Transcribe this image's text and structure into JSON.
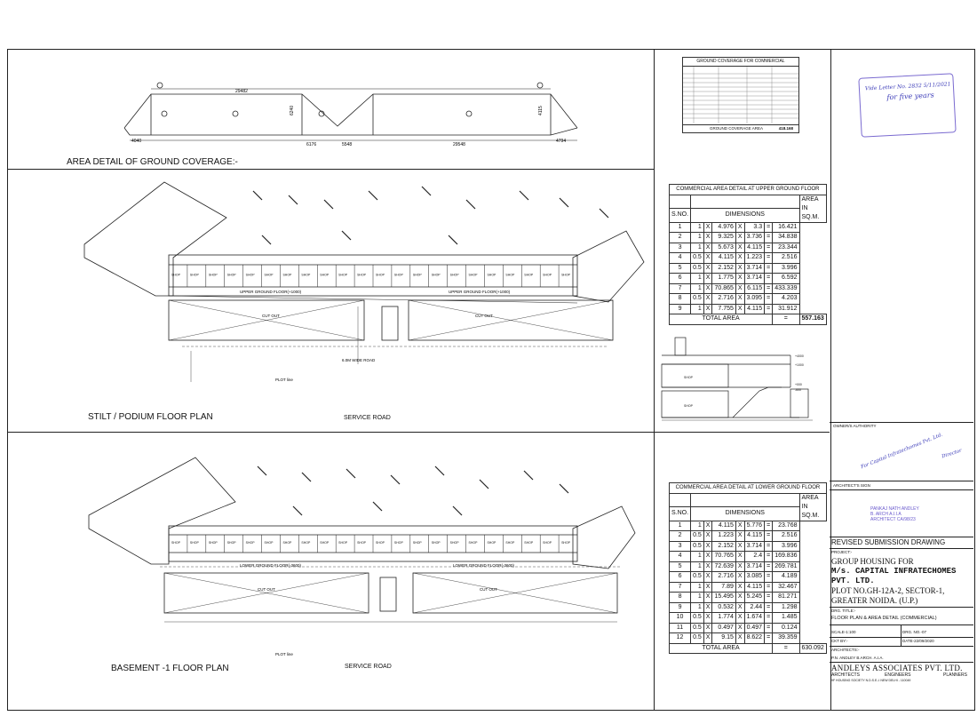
{
  "titles": {
    "area_detail": "AREA DETAIL OF GROUND COVERAGE:-",
    "stilt_plan": "STILT / PODIUM FLOOR PLAN",
    "basement_plan": "BASEMENT -1 FLOOR PLAN",
    "service_road": "SERVICE ROAD"
  },
  "plan_labels": {
    "upper_ground_floor": "UPPER GROUND FLOOR(+1000)",
    "lower_ground_floor": "LOWER GROUND FLOOR(-3600)",
    "wide_road": "6.0M WIDE ROAD",
    "plot_line": "PLOT line",
    "shop": "SHOP",
    "cut_out": "CUT OUT"
  },
  "ground_coverage_dims": {
    "top_length": "29482",
    "bottom_left": "6176",
    "bottom_mid": "5548",
    "bottom_right": "29548",
    "left_width": "4040",
    "right_width": "4794",
    "height_a": "6240",
    "height_b": "4115"
  },
  "ground_coverage_table": {
    "title": "GROUND COVERAGE FOR COMMERCIAL",
    "total_label": "GROUND COVERAGE AREA",
    "total_value": "418.168"
  },
  "upper_table": {
    "title": "COMMERCIAL AREA DETAIL AT UPPER GROUND FLOOR",
    "headers": [
      "S.NO.",
      "DIMENSIONS",
      "AREA IN SQ.M."
    ],
    "rows": [
      [
        "1",
        "1",
        "X",
        "4.976",
        "X",
        "3.3",
        "=",
        "16.421"
      ],
      [
        "2",
        "1",
        "X",
        "9.325",
        "X",
        "3.736",
        "=",
        "34.838"
      ],
      [
        "3",
        "1",
        "X",
        "5.673",
        "X",
        "4.115",
        "=",
        "23.344"
      ],
      [
        "4",
        "0.5",
        "X",
        "4.115",
        "X",
        "1.223",
        "=",
        "2.516"
      ],
      [
        "5",
        "0.5",
        "X",
        "2.152",
        "X",
        "3.714",
        "=",
        "3.996"
      ],
      [
        "6",
        "1",
        "X",
        "1.775",
        "X",
        "3.714",
        "=",
        "6.592"
      ],
      [
        "7",
        "1",
        "X",
        "70.865",
        "X",
        "6.115",
        "=",
        "433.339"
      ],
      [
        "8",
        "0.5",
        "X",
        "2.716",
        "X",
        "3.095",
        "=",
        "4.203"
      ],
      [
        "9",
        "1",
        "X",
        "7.755",
        "X",
        "4.115",
        "=",
        "31.912"
      ]
    ],
    "total_label": "TOTAL AREA",
    "total_eq": "=",
    "total_value": "557.163"
  },
  "lower_table": {
    "title": "COMMERCIAL AREA DETAIL AT LOWER GROUND FLOOR",
    "headers": [
      "S.NO.",
      "DIMENSIONS",
      "AREA IN SQ.M."
    ],
    "rows": [
      [
        "1",
        "1",
        "X",
        "4.115",
        "X",
        "5.776",
        "=",
        "23.768"
      ],
      [
        "2",
        "0.5",
        "X",
        "1.223",
        "X",
        "4.115",
        "=",
        "2.516"
      ],
      [
        "3",
        "0.5",
        "X",
        "2.152",
        "X",
        "3.714",
        "=",
        "3.996"
      ],
      [
        "4",
        "1",
        "X",
        "70.765",
        "X",
        "2.4",
        "=",
        "169.836"
      ],
      [
        "5",
        "1",
        "X",
        "72.639",
        "X",
        "3.714",
        "=",
        "269.781"
      ],
      [
        "6",
        "0.5",
        "X",
        "2.716",
        "X",
        "3.085",
        "=",
        "4.189"
      ],
      [
        "7",
        "1",
        "X",
        "7.89",
        "X",
        "4.115",
        "=",
        "32.467"
      ],
      [
        "8",
        "1",
        "X",
        "15.495",
        "X",
        "5.245",
        "=",
        "81.271"
      ],
      [
        "9",
        "1",
        "X",
        "0.532",
        "X",
        "2.44",
        "=",
        "1.298"
      ],
      [
        "10",
        "0.5",
        "X",
        "1.774",
        "X",
        "1.674",
        "=",
        "1.485"
      ],
      [
        "11",
        "0.5",
        "X",
        "0.497",
        "X",
        "0.497",
        "=",
        "0.124"
      ],
      [
        "12",
        "0.5",
        "X",
        "9.15",
        "X",
        "8.622",
        "=",
        "39.359"
      ]
    ],
    "total_label": "TOTAL AREA",
    "total_eq": "=",
    "total_value": "630.092"
  },
  "title_block": {
    "revised": "REVISED SUBMISSION DRAWING",
    "project_label": "PROJECT:-",
    "project_line1": "GROUP HOUSING FOR",
    "project_line2": "M/s. CAPITAL INFRATECHOMES",
    "project_line3": "PVT. LTD.",
    "project_line4": "PLOT NO.GH-12A-2, SECTOR-1,",
    "project_line5": "GREATER NOIDA. (U.P.)",
    "drg_title_label": "DRG. TITLE:-",
    "drg_title": "FLOOR PLAN & AREA DETAIL (COMMERCIAL)",
    "scale": "SCALE-1:100",
    "drg_no": "DRG. NO.-07",
    "date": "DATE-22/09/2020",
    "checked": "CKT BY:-",
    "architects_label": "ARCHITECTS:-",
    "architect_name": "P.N. ANDLEY    B.ARCH. A.I.A.",
    "firm": "ANDLEYS ASSOCIATES PVT. LTD.",
    "roles": [
      "ARCHITECTS",
      "ENGINEERS",
      "PLANNERS"
    ],
    "address": "9F    HOUSING    SOCIETY    N.D.S.E.-I    NEW DELHI - 110049",
    "owner_label": "OWNER/S AUTHORITY",
    "architect_sign_label": "ARCHITECT'S SIGN",
    "architect_stamp": [
      "PANKAJ NATH ANDLEY",
      "B. ARCH A.I.I.A",
      "ARCHITECT CA/98/23"
    ]
  },
  "stamps": {
    "top_note": "Vide Letter No. 2832   5/11/2021",
    "top_note2": "for five years",
    "company_stamp": "For Capital Infratechomes Pvt. Ltd.",
    "director": "Director"
  },
  "colors": {
    "line": "#222222",
    "stamp_blue": "#3b3bb8",
    "stamp_purple": "#6a5acd"
  }
}
